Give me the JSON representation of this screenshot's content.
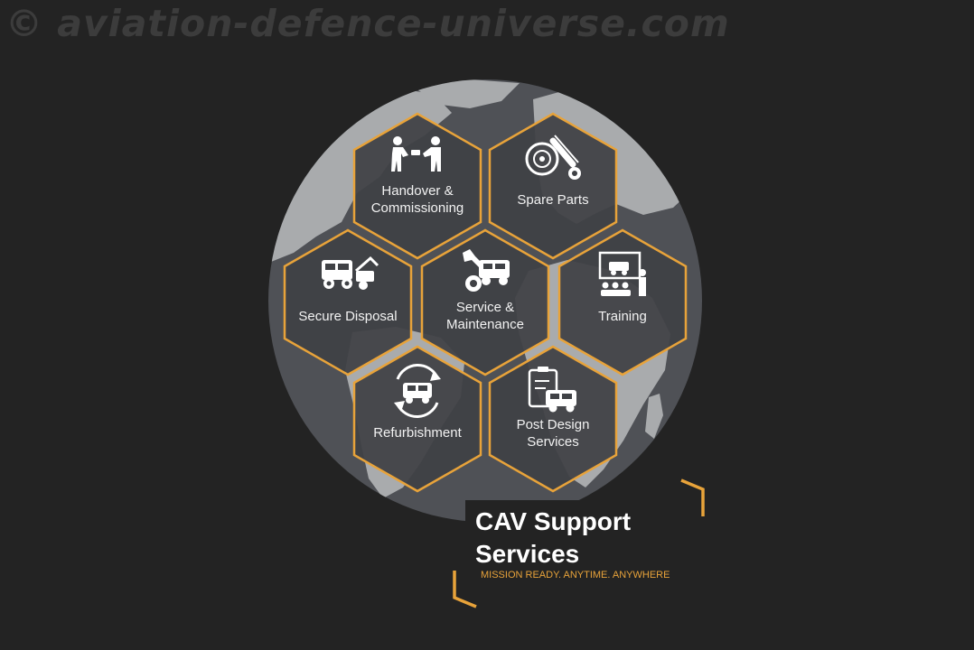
{
  "watermark": "© aviation-defence-universe.com",
  "colors": {
    "background": "#232323",
    "globe_ocean": "#4f5156",
    "globe_land": "#a9abad",
    "hex_fill": "#3f4145",
    "hex_border": "#e8a33a",
    "accent": "#e8a33a",
    "text": "#ffffff"
  },
  "services": [
    {
      "id": "handover",
      "lines": [
        "Handover &",
        "Commissioning"
      ],
      "icon": "handover-people-icon"
    },
    {
      "id": "spare-parts",
      "lines": [
        "Spare Parts"
      ],
      "icon": "wheel-shock-gear-icon"
    },
    {
      "id": "secure-disposal",
      "lines": [
        "Secure Disposal"
      ],
      "icon": "vehicle-crane-icon"
    },
    {
      "id": "service-maintenance",
      "lines": [
        "Service &",
        "Maintenance"
      ],
      "icon": "wrench-gear-vehicle-icon"
    },
    {
      "id": "training",
      "lines": [
        "Training"
      ],
      "icon": "classroom-board-icon"
    },
    {
      "id": "refurbishment",
      "lines": [
        "Refurbishment"
      ],
      "icon": "cycle-vehicle-icon"
    },
    {
      "id": "post-design",
      "lines": [
        "Post Design",
        "Services"
      ],
      "icon": "clipboard-vehicle-icon"
    }
  ],
  "title": {
    "line1": "CAV Support",
    "line2": "Services",
    "tagline": "MISSION READY. ANYTIME. ANYWHERE"
  }
}
